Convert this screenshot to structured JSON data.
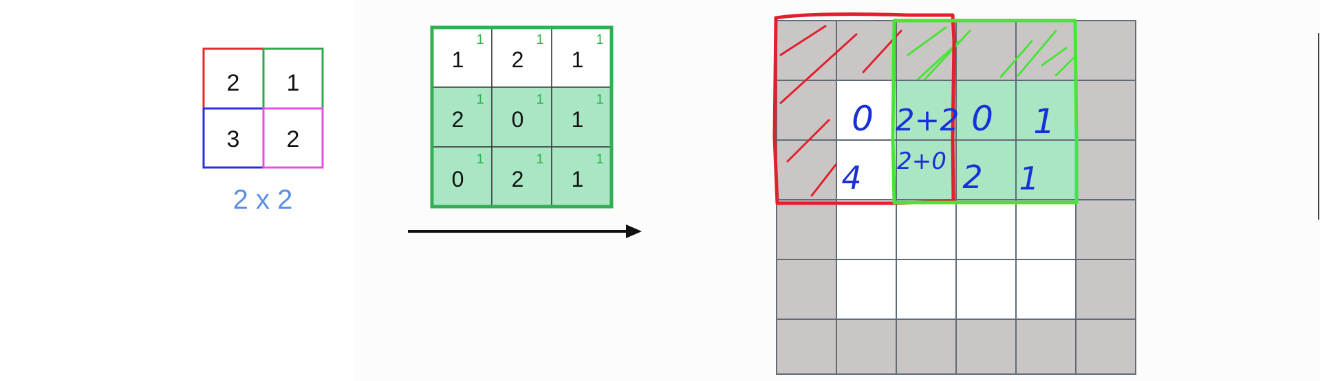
{
  "input_matrix": {
    "cells": [
      "2",
      "1",
      "3",
      "2"
    ],
    "border_colors": [
      "#e8262b",
      "#2fa84f",
      "#2a2de0",
      "#e550e0"
    ],
    "caption": "2 x 2"
  },
  "kernel": {
    "values": [
      [
        "1",
        "2",
        "1"
      ],
      [
        "2",
        "0",
        "1"
      ],
      [
        "0",
        "2",
        "1"
      ]
    ],
    "superscript": "1",
    "header_fill": "#ffffff",
    "body_fill": "#a8e6c4",
    "border_color": "#35ad55"
  },
  "arrow": {
    "color": "#111111"
  },
  "output_grid": {
    "rows": 6,
    "cols": 6,
    "padding_color": "#cbc6c6",
    "line_color": "#5f6b78",
    "annotations": {
      "r1c1": "0",
      "r1c2": "2+2",
      "r1c3": "0",
      "r1c4": "1",
      "r2c1": "4",
      "r2c2": "2+0",
      "r2c3": "2",
      "r2c4": "1"
    },
    "red_window_color": "#e0202c",
    "green_window_color": "#49e33b",
    "fill_green": "#a8e6c4"
  },
  "side_mark": {
    "color": "#444444"
  }
}
